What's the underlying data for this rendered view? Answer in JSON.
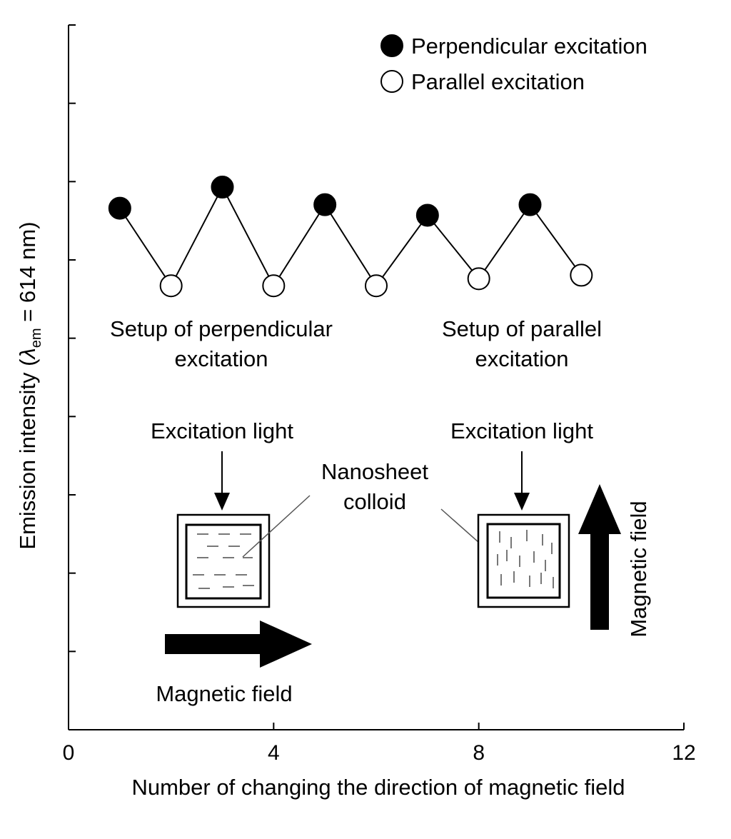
{
  "chart_data": {
    "type": "scatter",
    "xlabel": "Number of changing the direction of magnetic field",
    "ylabel_main": "Emission intensity (",
    "ylabel_symbol": "λ",
    "ylabel_sub": "em",
    "ylabel_tail": " = 614 nm)",
    "xlim": [
      0,
      12
    ],
    "xticks": [
      0,
      4,
      8,
      12
    ],
    "y_labeled": false,
    "y_minor_tick_count": 9,
    "grid": false,
    "legend_position": "top-right",
    "series": [
      {
        "name": "Perpendicular excitation",
        "marker": "filled-circle",
        "x": [
          1,
          3,
          5,
          7,
          9
        ],
        "y": [
          0.74,
          0.77,
          0.745,
          0.73,
          0.745
        ]
      },
      {
        "name": "Parallel excitation",
        "marker": "open-circle",
        "x": [
          2,
          4,
          6,
          8,
          10
        ],
        "y": [
          0.63,
          0.63,
          0.63,
          0.64,
          0.645
        ]
      }
    ],
    "connected_sequence": "alternating",
    "annotations": {
      "setup_perpendicular": [
        "Setup of perpendicular",
        "excitation"
      ],
      "setup_parallel": [
        "Setup of parallel",
        "excitation"
      ],
      "excitation_light_left": "Excitation light",
      "excitation_light_right": "Excitation light",
      "nanosheet_colloid": [
        "Nanosheet",
        "colloid"
      ],
      "magnetic_field_horizontal": "Magnetic field",
      "magnetic_field_vertical": "Magnetic field"
    }
  }
}
